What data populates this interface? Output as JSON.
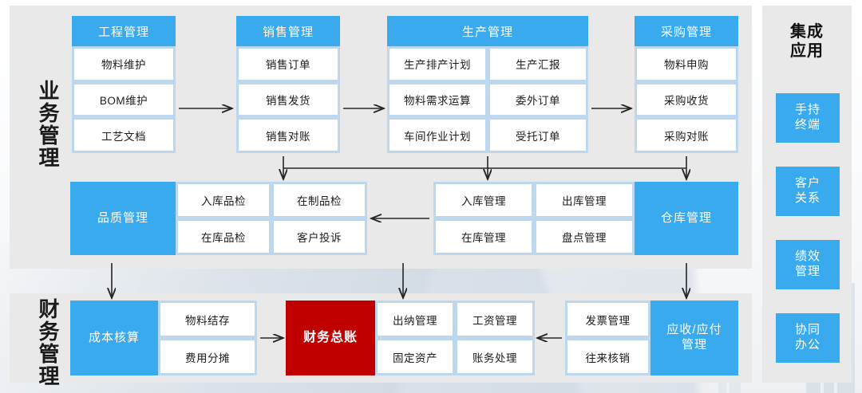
{
  "colors": {
    "accent_blue": "#3aaaee",
    "light_blue": "#bdd7ee",
    "panel_gray": "#e9e9e9",
    "red": "#c00000",
    "cell_white": "#ffffff",
    "text_dark": "#1b1b1b"
  },
  "sections": {
    "business": {
      "label": "业务管理"
    },
    "finance": {
      "label": "财务管理"
    }
  },
  "business_cards": [
    {
      "id": "engineering",
      "title": "工程管理",
      "items": [
        "物料维护",
        "BOM维护",
        "工艺文档"
      ]
    },
    {
      "id": "sales",
      "title": "销售管理",
      "items": [
        "销售订单",
        "销售发货",
        "销售对账"
      ]
    },
    {
      "id": "production",
      "title": "生产管理",
      "items": [
        "生产排产计划",
        "生产汇报",
        "物料需求运算",
        "委外订单",
        "车间作业计划",
        "受托订单"
      ]
    },
    {
      "id": "purchasing",
      "title": "采购管理",
      "items": [
        "物料申购",
        "采购收货",
        "采购对账"
      ]
    }
  ],
  "middle_cards": [
    {
      "id": "quality",
      "title": "品质管理",
      "title_side": "left",
      "items": [
        "入库品检",
        "在制品检",
        "在库品检",
        "客户投诉"
      ]
    },
    {
      "id": "warehouse",
      "title": "仓库管理",
      "title_side": "right",
      "items": [
        "入库管理",
        "出库管理",
        "在库管理",
        "盘点管理"
      ]
    }
  ],
  "finance_cards": [
    {
      "id": "cost-accounting",
      "title": "成本核算",
      "title_side": "left",
      "items": [
        "物料结存",
        "费用分摊"
      ]
    },
    {
      "id": "general-ledger",
      "title": "财务总账",
      "style": "red",
      "items": []
    },
    {
      "id": "ledger-functions",
      "title": "",
      "items": [
        "出纳管理",
        "工资管理",
        "固定资产",
        "账务处理"
      ]
    },
    {
      "id": "receivable-payable",
      "title": "应收/应付\n管理",
      "title_line1": "应收/应付",
      "title_line2": "管理",
      "title_side": "right",
      "items": [
        "发票管理",
        "往来核销"
      ]
    }
  ],
  "rail": {
    "title_line1": "集成",
    "title_line2": "应用",
    "items": [
      {
        "line1": "手持",
        "line2": "终端"
      },
      {
        "line1": "客户",
        "line2": "关系"
      },
      {
        "line1": "绩效",
        "line2": "管理"
      },
      {
        "line1": "协同",
        "line2": "办公"
      }
    ]
  }
}
